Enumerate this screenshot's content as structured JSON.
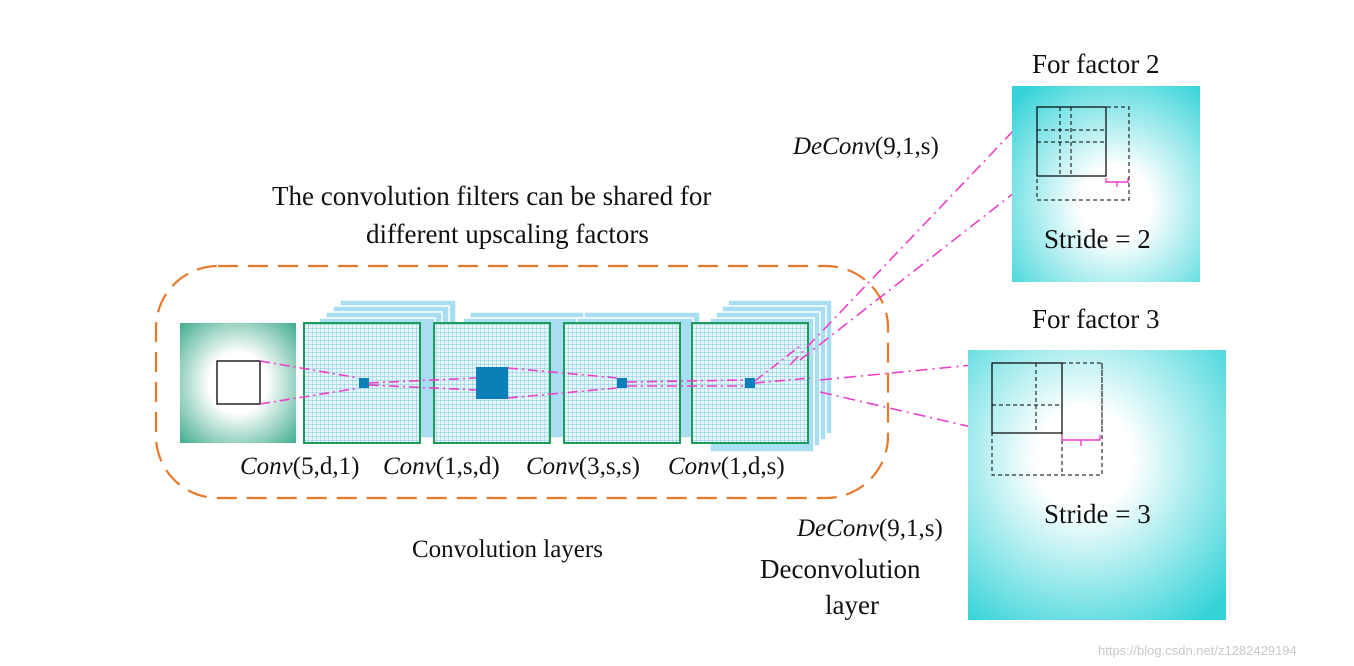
{
  "shared_note": {
    "line1": "The convolution filters can be shared for",
    "line2": "different upscaling factors"
  },
  "conv_group_label": "Convolution layers",
  "conv_layers": [
    {
      "name": "Conv",
      "args": "(5,d,1)"
    },
    {
      "name": "Conv",
      "args": "(1,s,d)"
    },
    {
      "name": "Conv",
      "args": "(3,s,s)"
    },
    {
      "name": "Conv",
      "args": "(1,d,s)"
    }
  ],
  "deconv": {
    "top_label": {
      "name": "DeConv",
      "args": "(9,1,s)"
    },
    "bottom_label": {
      "name": "DeConv",
      "args": "(9,1,s)"
    },
    "layer_label_line1": "Deconvolution",
    "layer_label_line2": "layer"
  },
  "factor2": {
    "title": "For factor 2",
    "stride": "Stride = 2"
  },
  "factor3": {
    "title": "For factor 3",
    "stride": "Stride = 3"
  },
  "watermark": "https://blog.csdn.net/z1282429194",
  "colors": {
    "dashed_group_border": "#e8782a",
    "grid_border": "#1e9a5a",
    "grid_fill": "#e6f6fb",
    "grid_lines": "#5bb8cf",
    "stack_cards": "#a9def2",
    "kernel": "#0a7fb8",
    "connector_lines": "#ee3fc8",
    "input_gradient_edge": "#3aa98a",
    "output_gradient_edge": "#35d3d8"
  }
}
